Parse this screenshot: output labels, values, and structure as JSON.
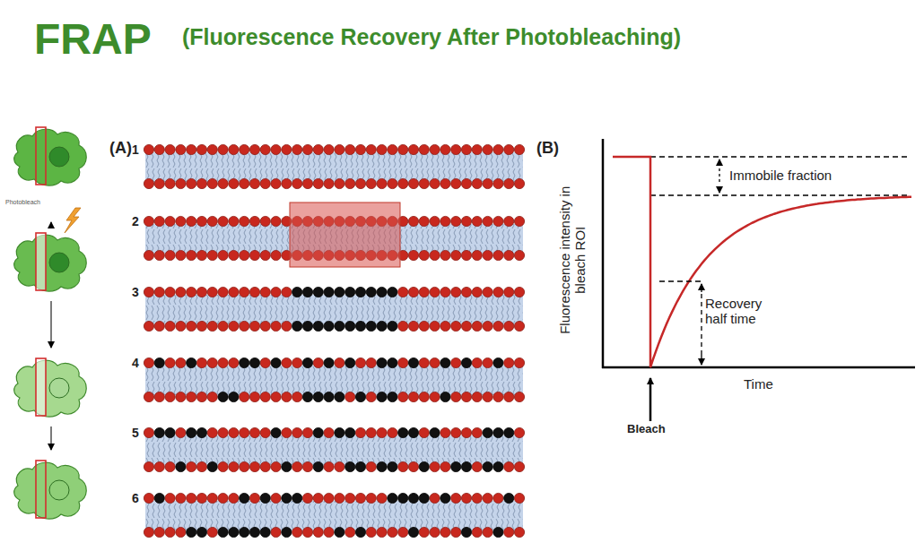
{
  "diagram": {
    "title": "FRAP",
    "labels": [
      "(Fluorescence Recovery After Photobleaching)",
      "Photobleach",
      "(A)",
      "1",
      "2",
      "3",
      "4",
      "5",
      "6",
      "(B)",
      "Immobile fraction",
      "Fluorescence intensity in bleach ROI",
      "Recovery half time",
      "Time",
      "Bleach"
    ]
  }
}
